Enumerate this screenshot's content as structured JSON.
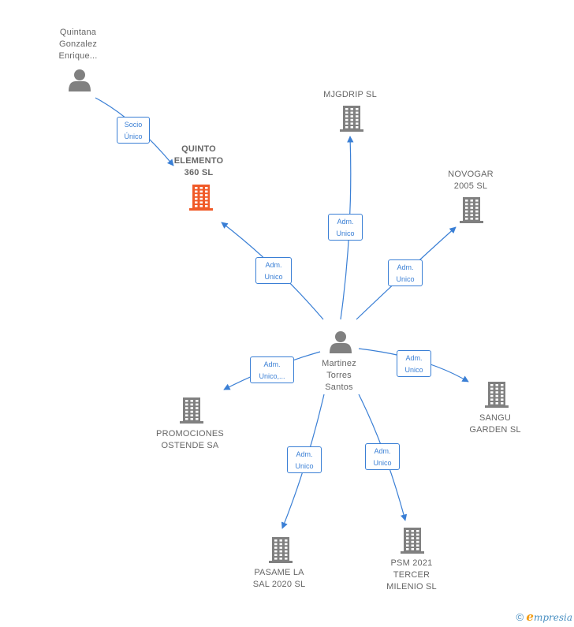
{
  "nodes": [
    {
      "id": "quintana",
      "type": "person",
      "label": [
        "Quintana",
        "Gonzalez",
        "Enrique..."
      ]
    },
    {
      "id": "quinto",
      "type": "company",
      "highlight": true,
      "label": [
        "QUINTO",
        "ELEMENTO",
        "360  SL"
      ]
    },
    {
      "id": "mjgdrip",
      "type": "company",
      "label": [
        "MJGDRIP  SL"
      ]
    },
    {
      "id": "novogar",
      "type": "company",
      "label": [
        "NOVOGAR",
        "2005 SL"
      ]
    },
    {
      "id": "martinez",
      "type": "person",
      "label": [
        "Martinez",
        "Torres",
        "Santos"
      ]
    },
    {
      "id": "sangu",
      "type": "company",
      "label": [
        "SANGU",
        "GARDEN  SL"
      ]
    },
    {
      "id": "promociones",
      "type": "company",
      "label": [
        "PROMOCIONES",
        "OSTENDE SA"
      ]
    },
    {
      "id": "pasame",
      "type": "company",
      "label": [
        "PASAME LA",
        "SAL 2020  SL"
      ]
    },
    {
      "id": "psm",
      "type": "company",
      "label": [
        "PSM 2021",
        "TERCER",
        "MILENIO  SL"
      ]
    }
  ],
  "edges": [
    {
      "from": "quintana",
      "to": "quinto",
      "label": [
        "Socio",
        "Único"
      ]
    },
    {
      "from": "martinez",
      "to": "quinto",
      "label": [
        "Adm.",
        "Unico"
      ]
    },
    {
      "from": "martinez",
      "to": "mjgdrip",
      "label": [
        "Adm.",
        "Unico"
      ]
    },
    {
      "from": "martinez",
      "to": "novogar",
      "label": [
        "Adm.",
        "Unico"
      ]
    },
    {
      "from": "martinez",
      "to": "sangu",
      "label": [
        "Adm.",
        "Unico"
      ]
    },
    {
      "from": "martinez",
      "to": "promociones",
      "label": [
        "Adm.",
        "Unico,..."
      ]
    },
    {
      "from": "martinez",
      "to": "pasame",
      "label": [
        "Adm.",
        "Unico"
      ]
    },
    {
      "from": "martinez",
      "to": "psm",
      "label": [
        "Adm.",
        "Unico"
      ]
    }
  ],
  "colors": {
    "edge": "#3a7fd5",
    "node_icon": "#808080",
    "highlight_icon": "#f05a28",
    "label_text": "#666666"
  },
  "footer": {
    "copyright": "©",
    "brand_initial": "e",
    "brand_rest": "mpresia"
  }
}
